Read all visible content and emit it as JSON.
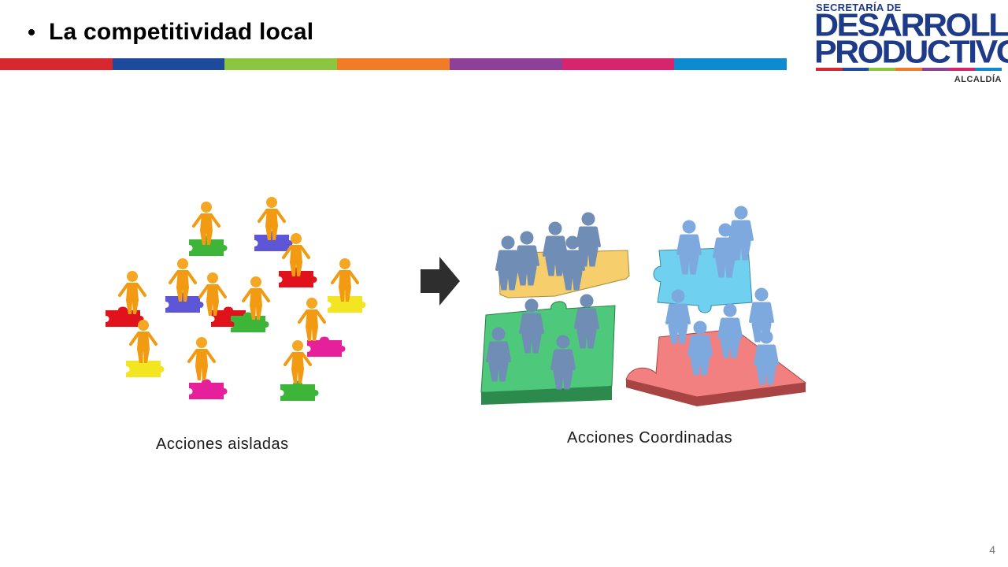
{
  "slide": {
    "title": "La competitividad local",
    "page_number": "4"
  },
  "stripe_colors": [
    "#d7282f",
    "#1d4a9c",
    "#8cc63f",
    "#f07c27",
    "#8e3f98",
    "#d6246e",
    "#0e8bcf"
  ],
  "logo": {
    "line1": "SECRETARÍA DE",
    "line2": "DESARROLLO",
    "line3": "PRODUCTIVO",
    "line4": "ALCALDÍA"
  },
  "left_panel": {
    "caption": "Acciones aisladas"
  },
  "right_panel": {
    "caption": "Acciones Coordinadas"
  },
  "arrow_icon": "right-arrow-icon"
}
